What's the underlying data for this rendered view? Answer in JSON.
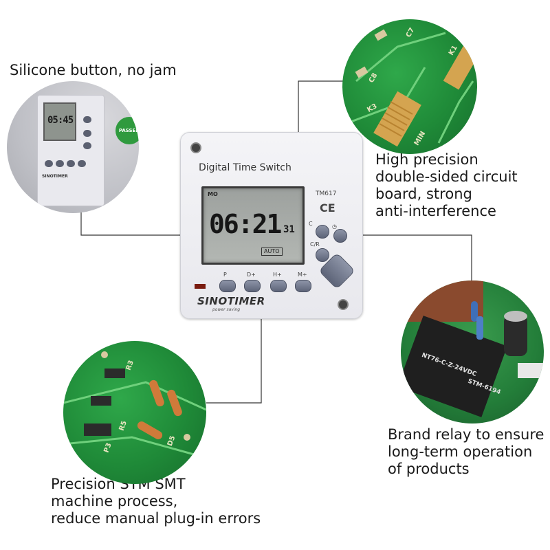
{
  "captions": {
    "buttons": "Silicone button, no jam",
    "board": [
      "High precision",
      "double-sided circuit",
      "board, strong",
      "anti-interference"
    ],
    "relay": [
      "Brand relay to ensure",
      "long-term operation",
      "of products"
    ],
    "smt": [
      "Precision STM SMT",
      "machine process,",
      "reduce manual plug-in errors"
    ]
  },
  "device": {
    "title": "Digital Time Switch",
    "model": "TM617",
    "ce": "CE",
    "lcd_day": "MO",
    "lcd_time": "06:21",
    "lcd_seconds": "31",
    "lcd_mode": "AUTO",
    "side_button_labels": [
      "C",
      "C/R"
    ],
    "bottom_button_labels": [
      "P",
      "D+",
      "H+",
      "M+"
    ],
    "brand": "SINOTIMER",
    "brand_sub": "power saving"
  },
  "detail_buttons": {
    "lcd_text": "05:45",
    "brand": "SINOTIMER",
    "sticker": "PASSED"
  },
  "pcb_labels": {
    "board": [
      "C7",
      "K1",
      "C8",
      "K3",
      "MIN"
    ],
    "relay": [
      "NT76-C-Z-24VDC",
      "STM-6194"
    ],
    "smt": [
      "R3",
      "R5",
      "D5",
      "P3"
    ]
  },
  "colors": {
    "pcb_green": "#1f8a38",
    "leader_line": "#333333",
    "button_blue_grey": "#5d6478"
  }
}
